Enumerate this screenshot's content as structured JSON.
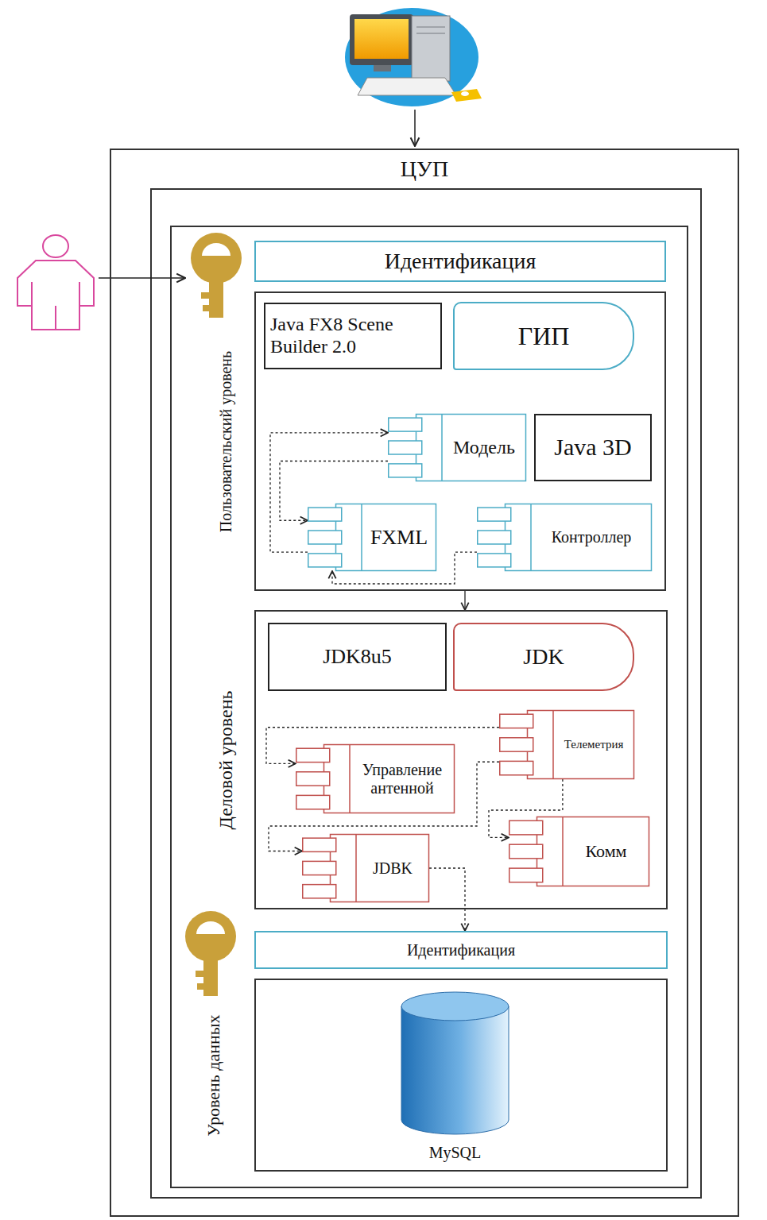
{
  "diagram": {
    "nodes": [
      {
        "text": [
          "ЦУП"
        ]
      },
      {
        "text": [
          "Идентификация"
        ],
        "in": 0
      },
      {
        "text": [
          "Пользовательский уровень"
        ],
        "in": 0
      },
      {
        "text": [
          "Java FX8 Scene Builder 2.0"
        ],
        "in": 2
      },
      {
        "text": [
          "ГИП"
        ],
        "in": 2
      },
      {
        "text": [
          "Модель"
        ],
        "in": 2
      },
      {
        "text": [
          "Java 3D"
        ],
        "in": 2
      },
      {
        "text": [
          "FXML"
        ],
        "in": 2
      },
      {
        "text": [
          "Контроллер"
        ],
        "in": 2
      },
      {
        "text": [
          "Деловой уровень"
        ],
        "in": 0
      },
      {
        "text": [
          "JDK8u5"
        ],
        "in": 9
      },
      {
        "text": [
          "JDK"
        ],
        "in": 9
      },
      {
        "text": [
          "Управление антенной"
        ],
        "in": 9
      },
      {
        "text": [
          "Телеметрия"
        ],
        "in": 9
      },
      {
        "text": [
          "JDBK"
        ],
        "in": 9
      },
      {
        "text": [
          "Комм"
        ],
        "in": 9
      },
      {
        "text": [
          "Идентификация"
        ],
        "in": 0
      },
      {
        "text": [
          "Уровень данных"
        ],
        "in": 0
      },
      {
        "text": [
          "MySQL"
        ],
        "in": 17
      }
    ],
    "edges": [
      {
        "from": 5,
        "to": 7,
        "arrow": "to"
      },
      {
        "from": 7,
        "to": 5,
        "arrow": "to"
      },
      {
        "from": 8,
        "to": 7,
        "arrow": "to"
      },
      {
        "from": 2,
        "to": 9,
        "arrow": "to"
      },
      {
        "from": 13,
        "to": 12,
        "arrow": "to"
      },
      {
        "from": 13,
        "to": 14,
        "arrow": "to"
      },
      {
        "from": 13,
        "to": 15,
        "arrow": "to"
      },
      {
        "from": 14,
        "to": 16,
        "arrow": "to"
      }
    ]
  }
}
